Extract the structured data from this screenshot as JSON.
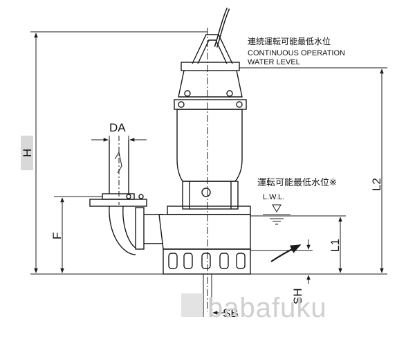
{
  "labels": {
    "cont_jp": "連続運転可能最低水位",
    "cont_en_1": "CONTINUOUS OPERATION",
    "cont_en_2": "WATER LEVEL",
    "min_jp": "運転可能最低水位※",
    "lwl": "L.W.L.",
    "h": "H",
    "l2": "L2",
    "f": "F",
    "l1": "L1",
    "da": "DA",
    "sb": "SB",
    "sh": "SH"
  },
  "watermark": "babafuku",
  "colors": {
    "line": "#1a1a1a",
    "dim_bg": "#d8d8d8",
    "watermark": "#d0d0d0"
  }
}
